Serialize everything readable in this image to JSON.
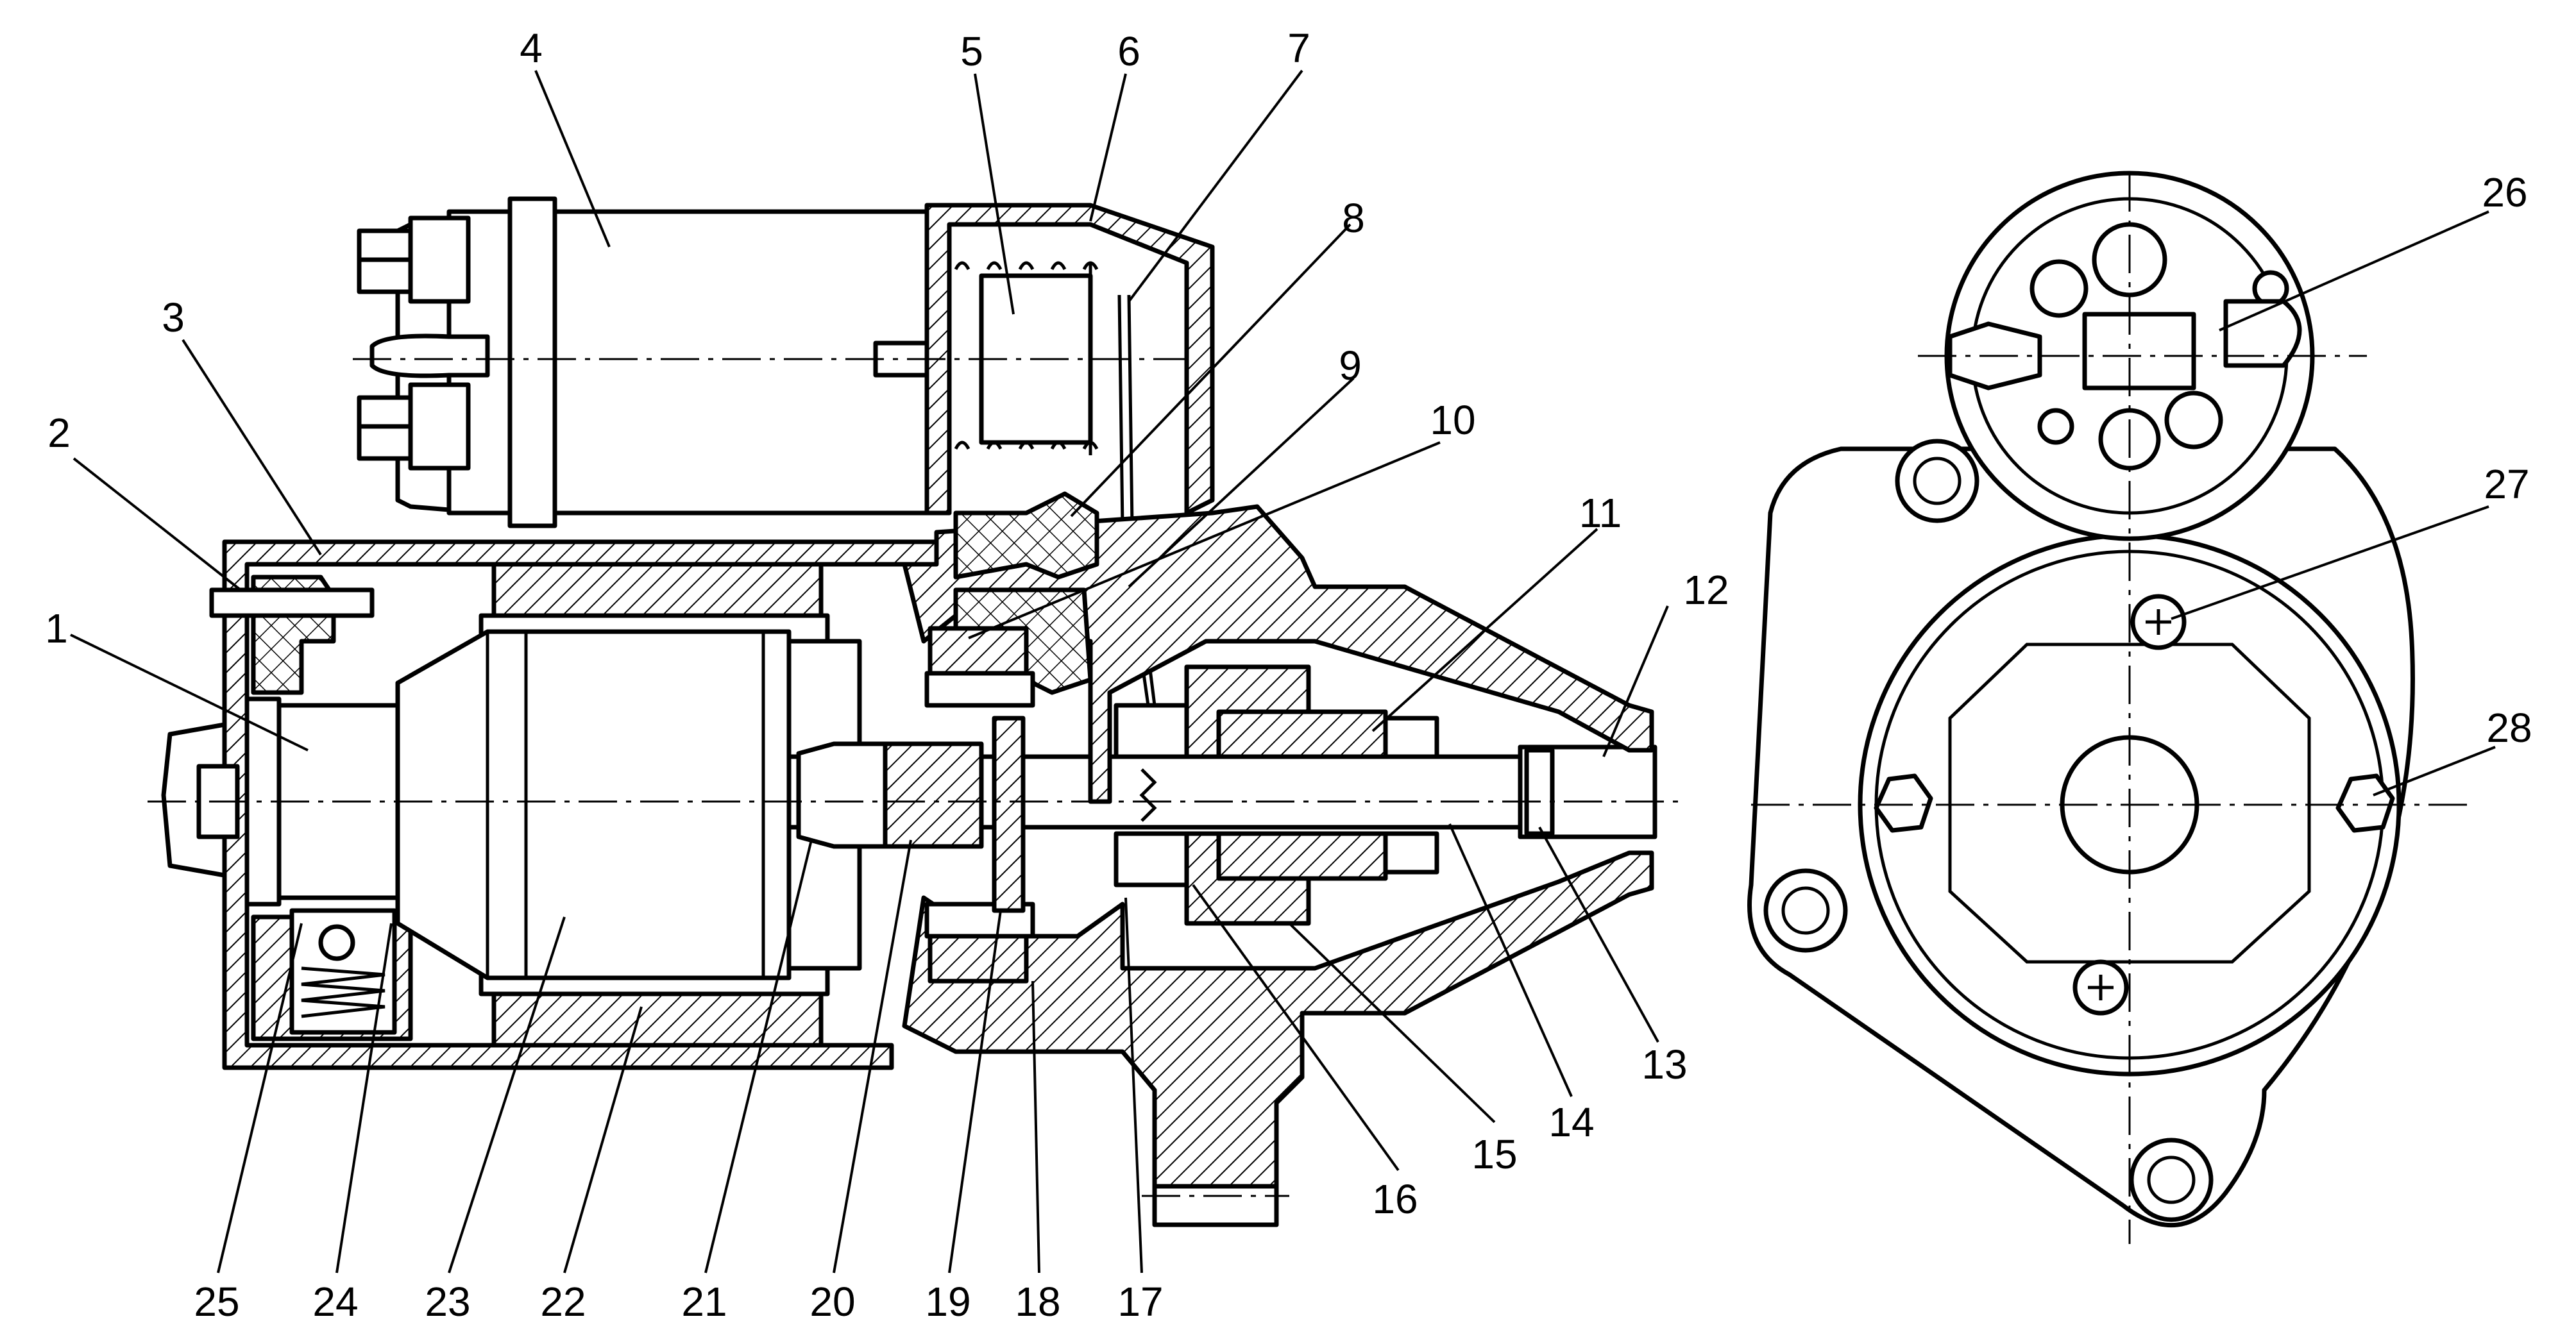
{
  "diagram": {
    "labels": [
      {
        "id": "1",
        "text": "1"
      },
      {
        "id": "2",
        "text": "2"
      },
      {
        "id": "3",
        "text": "3"
      },
      {
        "id": "4",
        "text": "4"
      },
      {
        "id": "5",
        "text": "5"
      },
      {
        "id": "6",
        "text": "6"
      },
      {
        "id": "7",
        "text": "7"
      },
      {
        "id": "8",
        "text": "8"
      },
      {
        "id": "9",
        "text": "9"
      },
      {
        "id": "10",
        "text": "10"
      },
      {
        "id": "11",
        "text": "11"
      },
      {
        "id": "12",
        "text": "12"
      },
      {
        "id": "13",
        "text": "13"
      },
      {
        "id": "14",
        "text": "14"
      },
      {
        "id": "15",
        "text": "15"
      },
      {
        "id": "16",
        "text": "16"
      },
      {
        "id": "17",
        "text": "17"
      },
      {
        "id": "18",
        "text": "18"
      },
      {
        "id": "19",
        "text": "19"
      },
      {
        "id": "20",
        "text": "20"
      },
      {
        "id": "21",
        "text": "21"
      },
      {
        "id": "22",
        "text": "22"
      },
      {
        "id": "23",
        "text": "23"
      },
      {
        "id": "24",
        "text": "24"
      },
      {
        "id": "25",
        "text": "25"
      },
      {
        "id": "26",
        "text": "26"
      },
      {
        "id": "27",
        "text": "27"
      },
      {
        "id": "28",
        "text": "28"
      }
    ]
  }
}
